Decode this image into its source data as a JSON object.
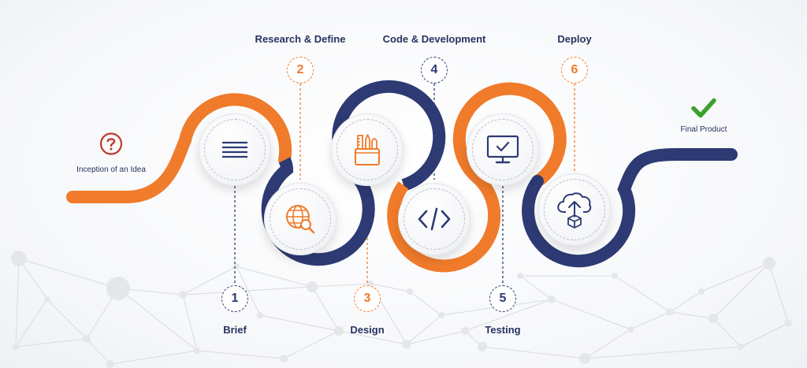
{
  "start": {
    "label": "Inception of an Idea",
    "icon": "question-circle-icon",
    "color": "#c0392b"
  },
  "end": {
    "label": "Final Product",
    "icon": "checkmark-icon",
    "color": "#3aa12b"
  },
  "colors": {
    "orange": "#f07b2a",
    "navy": "#2d3a73",
    "node_icon": "#2d3a73",
    "node_icon_alt": "#f07b2a"
  },
  "steps": [
    {
      "number": "1",
      "label": "Brief",
      "icon": "document-lines-icon",
      "accent": "navy"
    },
    {
      "number": "2",
      "label": "Research & Define",
      "icon": "globe-search-icon",
      "accent": "orange"
    },
    {
      "number": "3",
      "label": "Design",
      "icon": "design-tools-icon",
      "accent": "orange"
    },
    {
      "number": "4",
      "label": "Code & Development",
      "icon": "code-brackets-icon",
      "accent": "navy"
    },
    {
      "number": "5",
      "label": "Testing",
      "icon": "monitor-check-icon",
      "accent": "navy"
    },
    {
      "number": "6",
      "label": "Deploy",
      "icon": "cloud-upload-icon",
      "accent": "orange"
    }
  ]
}
